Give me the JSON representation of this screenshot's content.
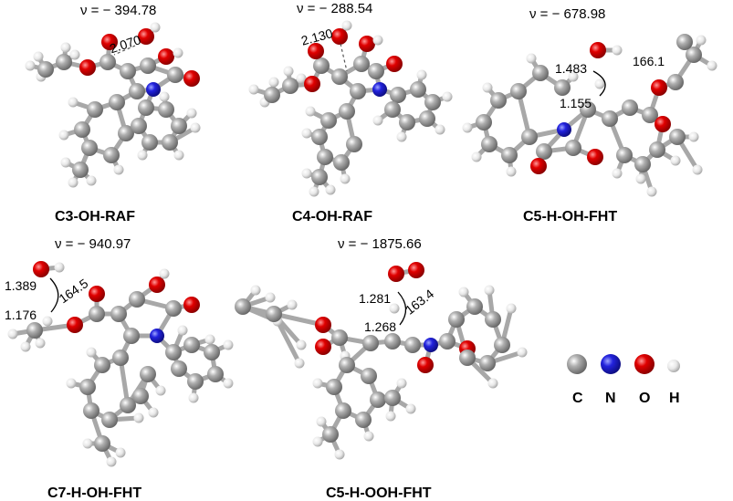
{
  "structures": [
    {
      "id": "c3",
      "title": "C3-OH-RAF",
      "frequency": "ν = − 394.78",
      "measures": [
        "2.070"
      ]
    },
    {
      "id": "c4",
      "title": "C4-OH-RAF",
      "frequency": "ν = − 288.54",
      "measures": [
        "2.130"
      ]
    },
    {
      "id": "c5h",
      "title": "C5-H-OH-FHT",
      "frequency": "ν = − 678.98",
      "measures": [
        "1.483",
        "1.155",
        "166.1"
      ]
    },
    {
      "id": "c7h",
      "title": "C7-H-OH-FHT",
      "frequency": "ν = − 940.97",
      "measures": [
        "1.389",
        "164.5",
        "1.176"
      ]
    },
    {
      "id": "c5ooh",
      "title": "C5-H-OOH-FHT",
      "frequency": "ν = − 1875.66",
      "measures": [
        "1.281",
        "163.4",
        "1.268"
      ]
    }
  ],
  "legend": {
    "items": [
      {
        "label": "C",
        "element": "carbon"
      },
      {
        "label": "N",
        "element": "nitrogen"
      },
      {
        "label": "O",
        "element": "oxygen"
      },
      {
        "label": "H",
        "element": "hydrogen"
      }
    ]
  },
  "colors": {
    "carbon": "#8a8a8a",
    "nitrogen": "#1f1fd6",
    "oxygen": "#cc0000",
    "hydrogen": "#e6e6e6"
  }
}
